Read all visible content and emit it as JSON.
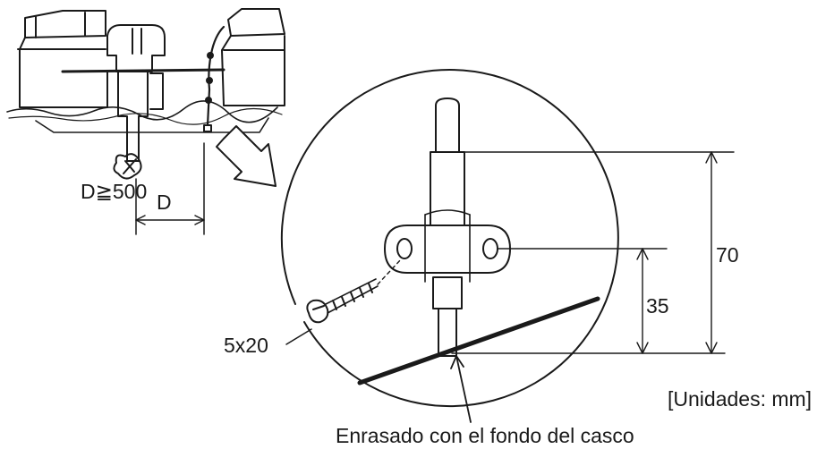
{
  "labels": {
    "distance_rule": "D≧500",
    "distance_symbol": "D",
    "dim_70": "70",
    "dim_35": "35",
    "screw_size": "5x20",
    "units": "[Unidades: mm]",
    "flush_note": "Enrasado con el fondo del casco"
  },
  "colors": {
    "ink": "#1a1a1a",
    "background": "#ffffff"
  },
  "icons": [
    "boat-icon",
    "outboard-motor-icon",
    "arrow-icon",
    "screw-icon",
    "transducer-icon"
  ]
}
